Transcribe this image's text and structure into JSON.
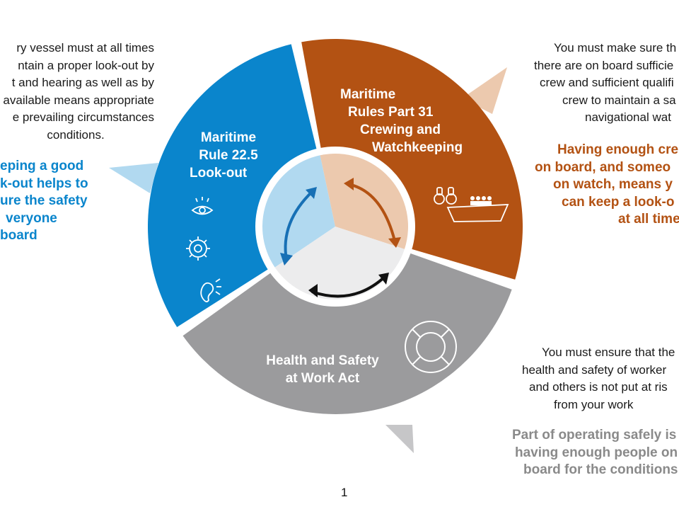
{
  "colors": {
    "lookout": "#0a85cc",
    "lookout_light": "#b1d9f0",
    "crewing": "#b35213",
    "crewing_light": "#ecc9ae",
    "health": "#9b9b9d",
    "health_light": "#ececed",
    "grey_text": "#8a8a8a"
  },
  "segments": {
    "lookout": {
      "title_lines": [
        "Maritime",
        "Rule 22.5",
        "Look-out"
      ],
      "icons": [
        "eye-icon",
        "gear-icon",
        "ear-icon"
      ]
    },
    "crewing": {
      "title_lines": [
        "Maritime",
        "Rules Part 31",
        "Crewing and",
        "Watchkeeping"
      ],
      "icons": [
        "binoculars-icon",
        "boat-with-crew-icon"
      ]
    },
    "health": {
      "title_lines": [
        "Health and Safety",
        "at Work Act"
      ],
      "icons": [
        "lifebuoy-icon"
      ]
    }
  },
  "side_texts": {
    "left": {
      "body_lines": [
        "ry vessel must at all times",
        "ntain a proper look-out by",
        "t and hearing as well as by",
        "available means appropriate",
        "e prevailing circumstances",
        "conditions."
      ],
      "highlight_lines": [
        "eping a good",
        "k-out helps to",
        "ure the safety",
        "veryone",
        "board"
      ]
    },
    "right_top": {
      "body_lines": [
        "You must make sure th",
        "there are on board sufficie",
        "crew and sufficient qualifi",
        "crew to maintain a sa",
        "navigational wat"
      ],
      "highlight_lines": [
        "Having enough cre",
        "on board, and someo",
        "on watch, means y",
        "can keep a look-o",
        "at all time"
      ]
    },
    "right_bottom": {
      "body_lines": [
        "You must ensure that the",
        "health and safety of worker",
        "and others is not put at ris",
        "from your work"
      ],
      "highlight_lines": [
        "Part of operating safely is",
        "having enough people on",
        "board for the conditions"
      ]
    }
  },
  "page_number": "1"
}
